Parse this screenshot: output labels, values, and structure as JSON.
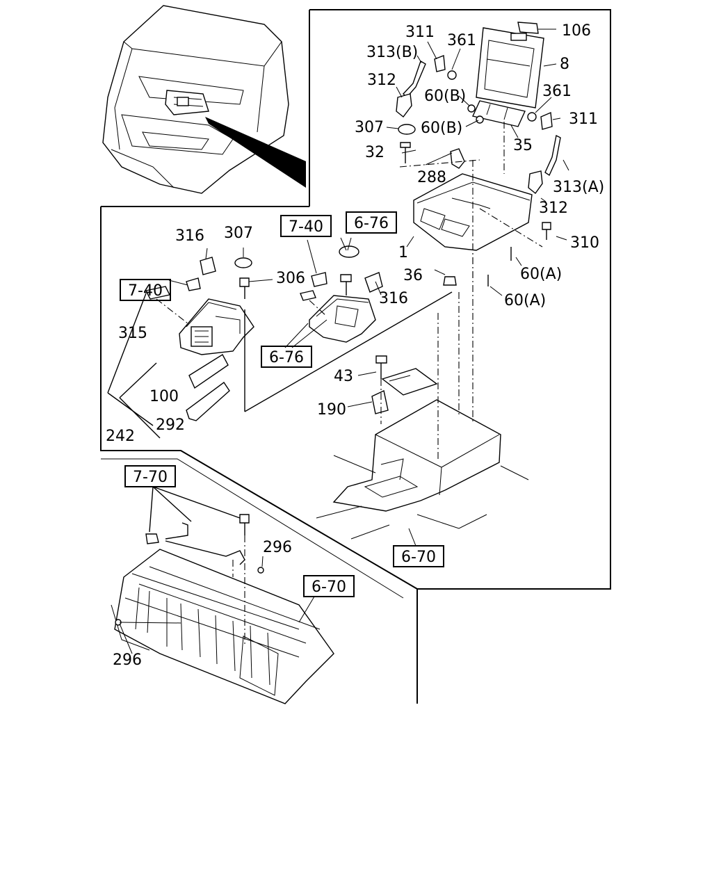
{
  "callouts": {
    "c106": "106",
    "c8": "8",
    "c311a": "311",
    "c361a": "361",
    "c313b": "313(B)",
    "c312a": "312",
    "c60ba": "60(B)",
    "c361b": "361",
    "c311b": "311",
    "c307a": "307",
    "c60bb": "60(B)",
    "c35": "35",
    "c32": "32",
    "c288": "288",
    "c313a": "313(A)",
    "c312b": "312",
    "c310": "310",
    "c1": "1",
    "c36": "36",
    "c60aa": "60(A)",
    "c60ab": "60(A)",
    "c316a": "316",
    "c307b": "307",
    "c306": "306",
    "c316b": "316",
    "c315": "315",
    "c100": "100",
    "c292": "292",
    "c242": "242",
    "c43": "43",
    "c190": "190",
    "c296a": "296",
    "c296b": "296"
  },
  "refs": {
    "r740a": "7-40",
    "r676a": "6-76",
    "r740b": "7-40",
    "r676b": "6-76",
    "r770": "7-70",
    "r670a": "6-70",
    "r670b": "6-70"
  }
}
